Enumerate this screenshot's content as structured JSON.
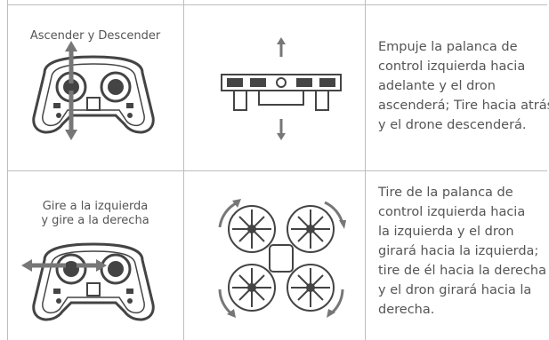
{
  "rows": [
    {
      "label_lines": [
        "Ascender y Descender"
      ],
      "desc_lines": [
        "Empuje la palanca de",
        "control izquierda hacia",
        "adelante y el dron",
        "ascenderá; Tire hacia atrás",
        " y el drone descenderá."
      ]
    },
    {
      "label_lines": [
        "Gire a la izquierda",
        "y gire a la derecha"
      ],
      "desc_lines": [
        "Tire de la palanca de",
        "control izquierda hacia",
        "la izquierda y el dron",
        "girará hacia la izquierda;",
        "tire de él hacia la derecha",
        "y el dron girará hacia la",
        "derecha."
      ]
    }
  ],
  "colors": {
    "line": "#bdbdbd",
    "ink": "#555555",
    "drawing": "#444444",
    "arrow": "#777777"
  }
}
